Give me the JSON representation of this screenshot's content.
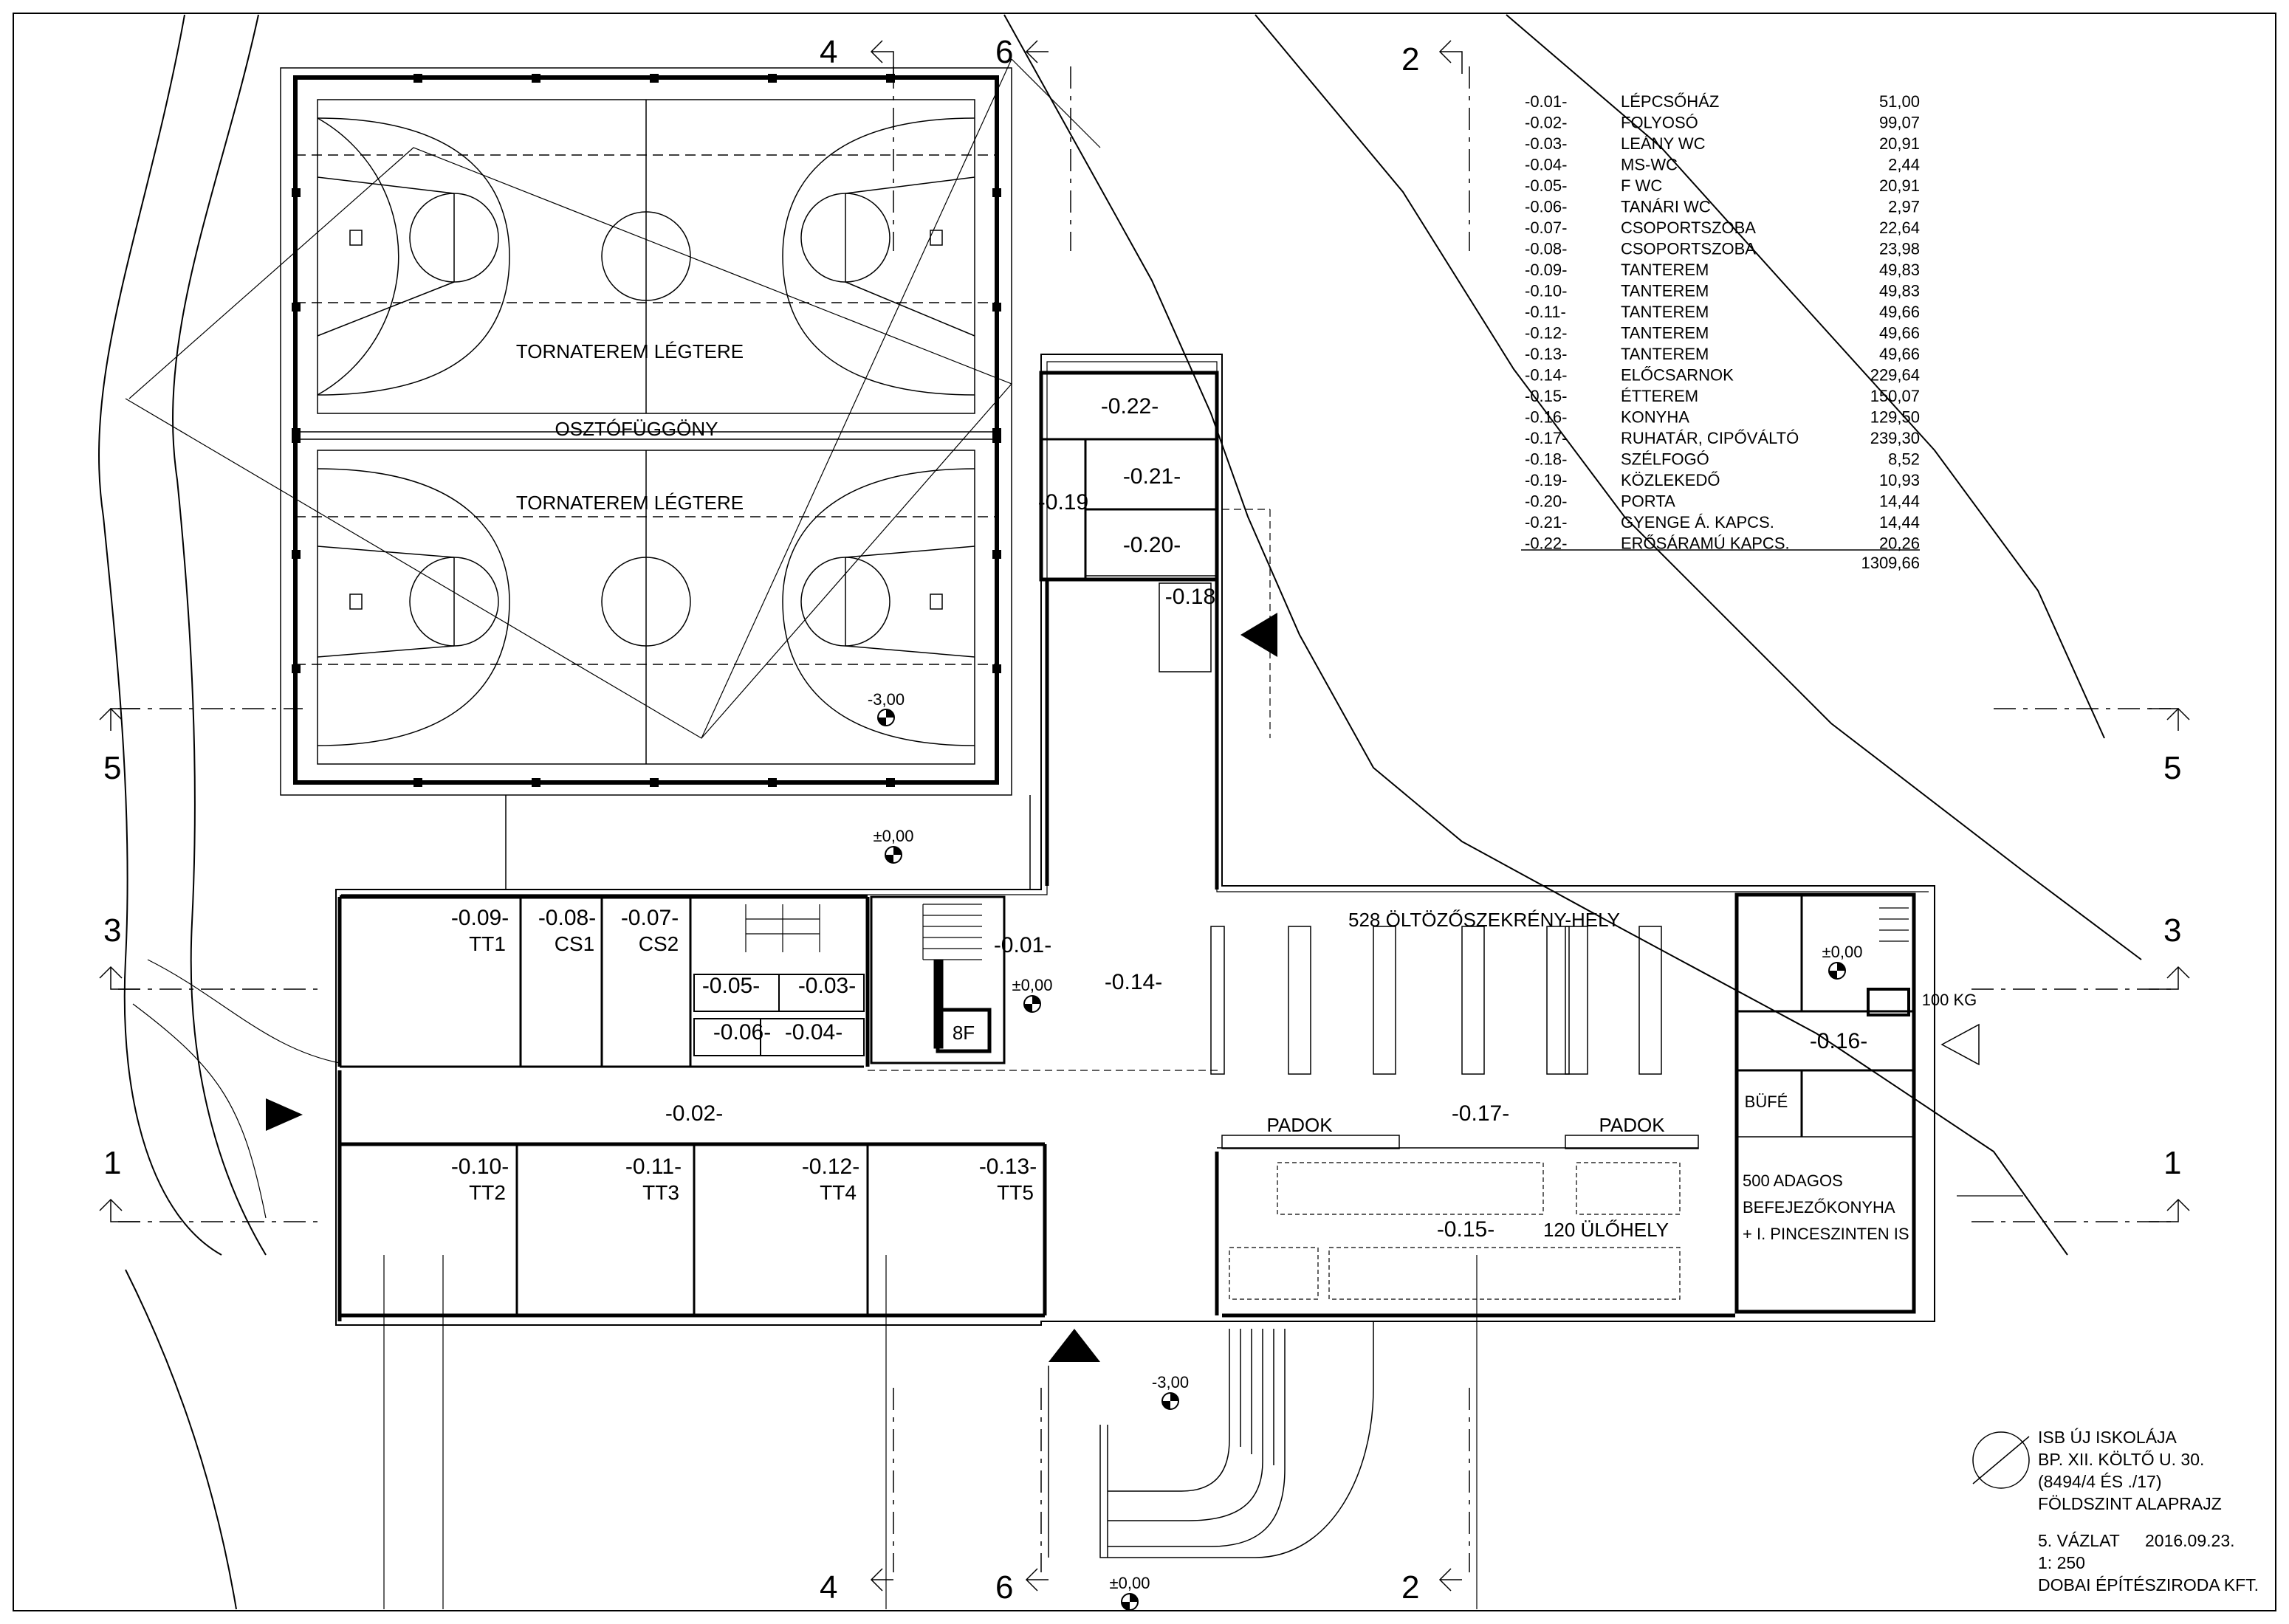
{
  "gym": {
    "court1_label": "TORNATEREM LÉGTERE",
    "court2_label": "TORNATEREM LÉGTERE",
    "curtain_label": "OSZTÓFÜGGÖNY",
    "level": "-3,00"
  },
  "levels": {
    "pl_top": "±0,00",
    "lobby": "±0,00",
    "kitchen": "±0,00",
    "stair_bottom": "-3,00",
    "entrance_bottom": "±0,00"
  },
  "rooms": {
    "r09": "-0.09-",
    "tt1": "TT1",
    "r08": "-0.08-",
    "cs1": "CS1",
    "r07": "-0.07-",
    "cs2": "CS2",
    "r05": "-0.05-",
    "r03": "-0.03-",
    "r06": "-0.06-",
    "r04": "-0.04-",
    "r01": "-0.01-",
    "r14": "-0.14-",
    "elevator": "8F",
    "r02": "-0.02-",
    "r10": "-0.10-",
    "tt2": "TT2",
    "r11": "-0.11-",
    "tt3": "TT3",
    "r12": "-0.12-",
    "tt4": "TT4",
    "r13": "-0.13-",
    "tt5": "TT5",
    "r22": "-0.22-",
    "r21": "-0.21-",
    "r20": "-0.20-",
    "r19": "-0.19",
    "r18": "-0.18",
    "lockers": "528 ÖLTÖZŐSZEKRÉNY-HELY",
    "r17": "-0.17-",
    "padok1": "PADOK",
    "padok2": "PADOK",
    "r15": "-0.15-",
    "seats": "120 ÜLŐHELY",
    "r16": "-0.16-",
    "bufe": "BÜFÉ",
    "kitchen1": "500 ADAGOS",
    "kitchen2": "BEFEJEZŐKONYHA",
    "kitchen3": "+ I. PINCESZINTEN IS",
    "lift": "100 KG"
  },
  "sections": {
    "s4": "4",
    "s6": "6",
    "s2": "2",
    "s5": "5",
    "s3": "3",
    "s1": "1"
  },
  "legend": [
    {
      "code": "-0.01-",
      "name": "LÉPCSŐHÁZ",
      "area": "51,00"
    },
    {
      "code": "-0.02-",
      "name": "FOLYOSÓ",
      "area": "99,07"
    },
    {
      "code": "-0.03-",
      "name": "LEÁNY WC",
      "area": "20,91"
    },
    {
      "code": "-0.04-",
      "name": "MS-WC",
      "area": "2,44"
    },
    {
      "code": "-0.05-",
      "name": "F WC",
      "area": "20,91"
    },
    {
      "code": "-0.06-",
      "name": "TANÁRI WC",
      "area": "2,97"
    },
    {
      "code": "-0.07-",
      "name": "CSOPORTSZOBA",
      "area": "22,64"
    },
    {
      "code": "-0.08-",
      "name": "CSOPORTSZOBA",
      "area": "23,98"
    },
    {
      "code": "-0.09-",
      "name": "TANTEREM",
      "area": "49,83"
    },
    {
      "code": "-0.10-",
      "name": "TANTEREM",
      "area": "49,83"
    },
    {
      "code": "-0.11-",
      "name": "TANTEREM",
      "area": "49,66"
    },
    {
      "code": "-0.12-",
      "name": "TANTEREM",
      "area": "49,66"
    },
    {
      "code": "-0.13-",
      "name": "TANTEREM",
      "area": "49,66"
    },
    {
      "code": "-0.14-",
      "name": "ELŐCSARNOK",
      "area": "229,64"
    },
    {
      "code": "-0.15-",
      "name": "ÉTTEREM",
      "area": "150,07"
    },
    {
      "code": "-0.16-",
      "name": "KONYHA",
      "area": "129,50"
    },
    {
      "code": "-0.17-",
      "name": "RUHATÁR, CIPŐVÁLTÓ",
      "area": "239,30"
    },
    {
      "code": "-0.18-",
      "name": "SZÉLFOGÓ",
      "area": "8,52"
    },
    {
      "code": "-0.19-",
      "name": "KÖZLEKEDŐ",
      "area": "10,93"
    },
    {
      "code": "-0.20-",
      "name": "PORTA",
      "area": "14,44"
    },
    {
      "code": "-0.21-",
      "name": "GYENGE Á. KAPCS.",
      "area": "14,44"
    },
    {
      "code": "-0.22-",
      "name": "ERŐSÁRAMÚ KAPCS.",
      "area": "20,26"
    }
  ],
  "legend_total": "1309,66",
  "title_block": {
    "line1": "ISB ÚJ ISKOLÁJA",
    "line2": "BP. XII. KÖLTŐ U. 30.",
    "line3": "(8494/4 ÉS ./17)",
    "line4": "FÖLDSZINT ALAPRAJZ",
    "line5": "5. VÁZLAT",
    "date": "2016.09.23.",
    "scale": "1: 250",
    "office": "DOBAI ÉPÍTÉSZIRODA KFT."
  }
}
